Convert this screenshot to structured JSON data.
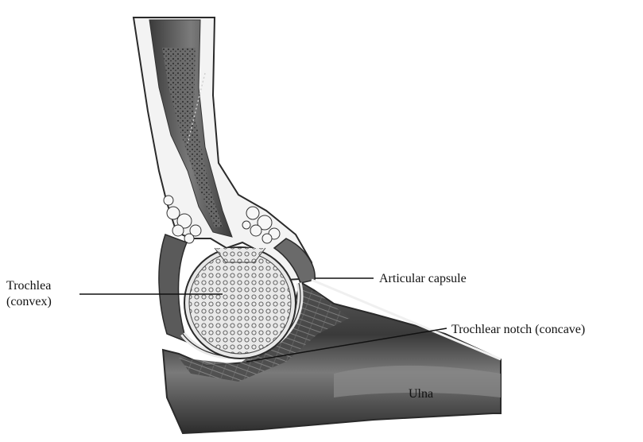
{
  "labels": {
    "trochlea": "Trochlea",
    "trochlea_sub": "(convex)",
    "articular_capsule": "Articular capsule",
    "trochlear_notch": "Trochlear notch (concave)",
    "ulna": "Ulna"
  },
  "colors": {
    "background": "#ffffff",
    "outline": "#2a2a2a",
    "bone_dark": "#3a3a3a",
    "bone_mid": "#8a8a8a",
    "bone_light": "#d6d6d6",
    "cartilage": "#e8e8e8",
    "leader_line": "#111111"
  }
}
